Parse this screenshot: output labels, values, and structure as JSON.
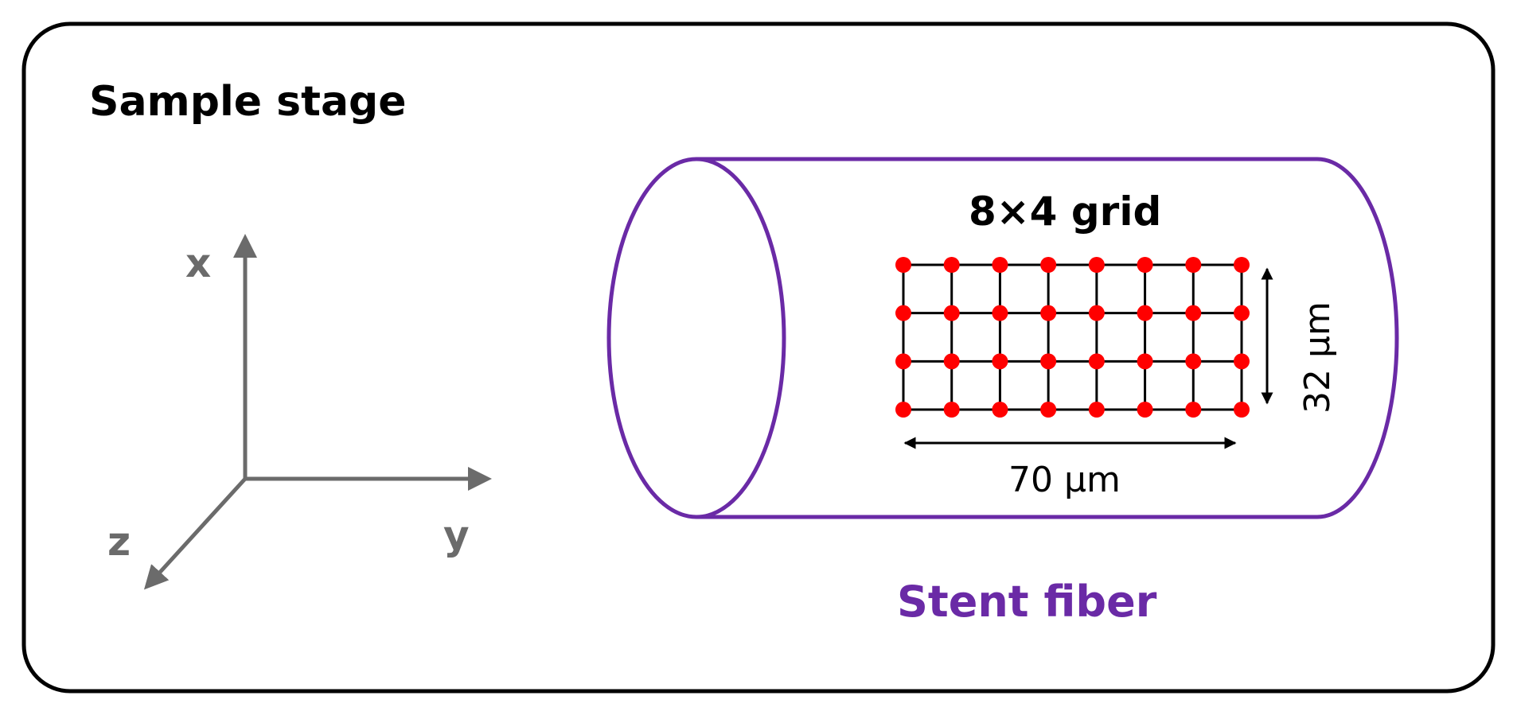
{
  "title": "Sample stage",
  "axes": {
    "x_label": "x",
    "y_label": "y",
    "z_label": "z",
    "color": "#6b6b6b"
  },
  "fiber": {
    "label": "Stent fiber",
    "color": "#6a2aa6"
  },
  "grid": {
    "title": "8×4 grid",
    "columns": 8,
    "rows": 4,
    "point_color": "#ff0000",
    "line_color": "#000000",
    "width_label": "70 µm",
    "height_label": "32 µm"
  },
  "colors": {
    "frame": "#000000",
    "text": "#000000"
  }
}
